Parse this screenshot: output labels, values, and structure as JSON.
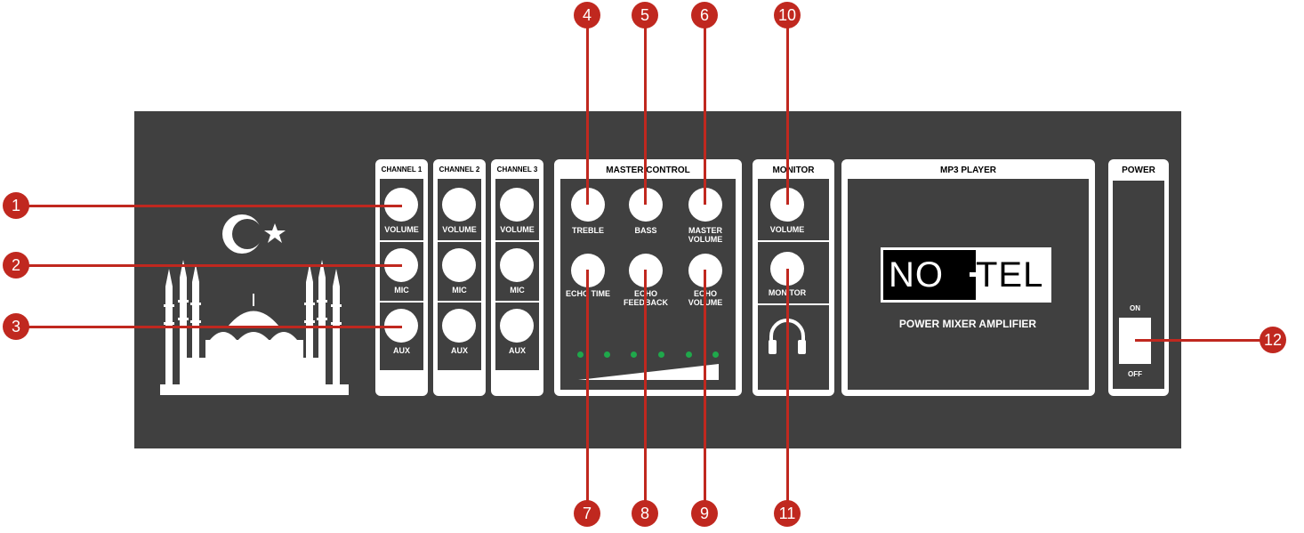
{
  "colors": {
    "panel": "#404040",
    "accent": "#c0281f",
    "led": "#1fa84b"
  },
  "logo": {
    "left": "NO",
    "right": "TEL"
  },
  "modules": {
    "channel1": {
      "title": "CHANNEL 1",
      "volume": "VOLUME",
      "mic": "MIC",
      "aux": "AUX"
    },
    "channel2": {
      "title": "CHANNEL 2",
      "volume": "VOLUME",
      "mic": "MIC",
      "aux": "AUX"
    },
    "channel3": {
      "title": "CHANNEL 3",
      "volume": "VOLUME",
      "mic": "MIC",
      "aux": "AUX"
    },
    "master": {
      "title": "MASTER CONTROL",
      "treble": "TREBLE",
      "bass": "BASS",
      "master_volume": "MASTER VOLUME",
      "echo_time": "ECHO TIME",
      "echo_feedback": "ECHO FEEDBACK",
      "echo_volume": "ECHO VOLUME"
    },
    "monitor": {
      "title": "MONITOR",
      "volume": "VOLUME",
      "monitor": "MONITOR"
    },
    "mp3": {
      "title": "MP3 PLAYER",
      "subtitle": "POWER MIXER AMPLIFIER"
    },
    "power": {
      "title": "POWER",
      "on": "ON",
      "off": "OFF"
    }
  },
  "callouts": [
    "1",
    "2",
    "3",
    "4",
    "5",
    "6",
    "7",
    "8",
    "9",
    "10",
    "11",
    "12"
  ],
  "icons": {
    "emblem": "crescent-star-icon",
    "mosque": "mosque-silhouette-icon",
    "headphones": "headphones-icon"
  }
}
